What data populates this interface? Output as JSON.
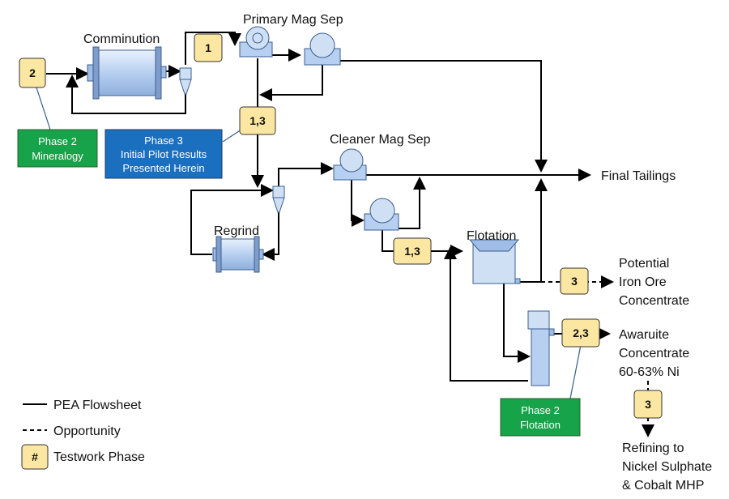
{
  "labels": {
    "comminution": "Comminution",
    "primary_mag_sep": "Primary Mag Sep",
    "cleaner_mag_sep": "Cleaner Mag Sep",
    "regrind": "Regrind",
    "flotation": "Flotation",
    "final_tailings": "Final Tailings",
    "potential_iron_ore": [
      "Potential",
      "Iron Ore",
      "Concentrate"
    ],
    "awaruite": [
      "Awaruite",
      "Concentrate",
      "60-63% Ni"
    ],
    "refining": [
      "Refining to",
      "Nickel Sulphate",
      "& Cobalt MHP"
    ]
  },
  "tags": {
    "feed": "2",
    "after_comminution": "1",
    "primary_bleed": "1,3",
    "regrind_out": "1,3",
    "iron_ore": "3",
    "awaruite": "2,3",
    "refining": "3"
  },
  "callouts": {
    "phase2_mineralogy": [
      "Phase 2",
      "Mineralogy"
    ],
    "phase3_pilot": [
      "Phase 3",
      "Initial Pilot Results",
      "Presented Herein"
    ],
    "phase2_flotation": [
      "Phase 2",
      "Flotation"
    ]
  },
  "legend": {
    "pea_flowsheet": "PEA Flowsheet",
    "opportunity": "Opportunity",
    "testwork_phase": "Testwork Phase",
    "tag_symbol": "#"
  },
  "colors": {
    "tag_fill": "#fbe7a1",
    "green_box": "#16a34a",
    "blue_box": "#1b6fbf",
    "equipment": "#cfe0f5",
    "equipment_stroke": "#3b5f8f"
  }
}
